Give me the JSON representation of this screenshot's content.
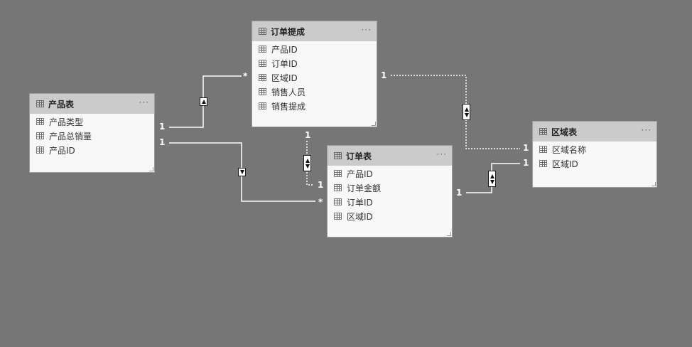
{
  "tables": {
    "product": {
      "title": "产品表",
      "more": "···",
      "fields": [
        "产品类型",
        "产品总销量",
        "产品ID"
      ]
    },
    "commission": {
      "title": "订单提成",
      "more": "···",
      "fields": [
        "产品ID",
        "订单ID",
        "区域ID",
        "销售人员",
        "销售提成"
      ]
    },
    "orders": {
      "title": "订单表",
      "more": "···",
      "fields": [
        "产品ID",
        "订单金额",
        "订单ID",
        "区域ID"
      ]
    },
    "region": {
      "title": "区域表",
      "more": "···",
      "fields": [
        "区域名称",
        "区域ID"
      ]
    }
  },
  "relationships": {
    "product_commission": {
      "from_label": "1",
      "to_label": "*",
      "style": "solid",
      "arrow": "single-up"
    },
    "product_orders": {
      "from_label": "1",
      "to_label": "*",
      "style": "solid",
      "arrow": "single-down"
    },
    "commission_orders": {
      "from_label": "1",
      "to_label": "1",
      "style": "dotted",
      "arrow": "double"
    },
    "commission_region": {
      "from_label": "1",
      "to_label": "1",
      "style": "dotted",
      "arrow": "double"
    },
    "orders_region": {
      "from_label": "1",
      "to_label": "1",
      "style": "solid",
      "arrow": "double"
    }
  },
  "colors": {
    "canvas": "#767676",
    "card_header": "#cbcbcb",
    "card_body": "#f8f8f8",
    "line": "#ffffff"
  }
}
